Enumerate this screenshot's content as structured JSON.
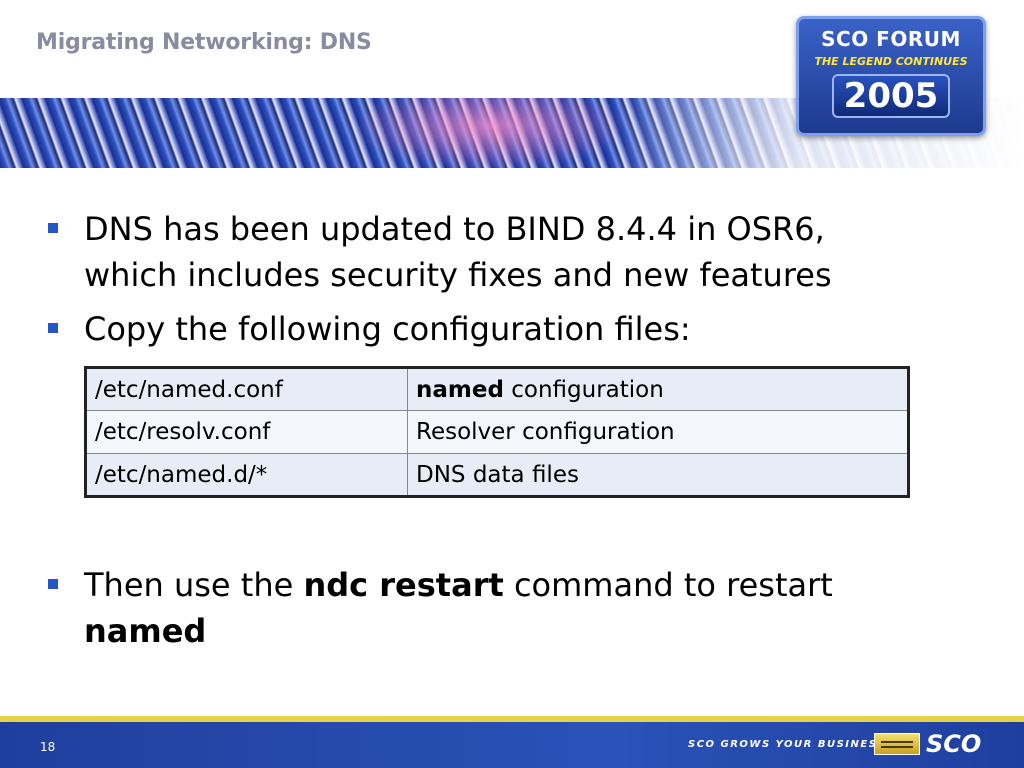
{
  "slide": {
    "title": "Migrating Networking: DNS"
  },
  "logo": {
    "line1": "SCO FORUM",
    "line2": "THE LEGEND CONTINUES",
    "line3": "2005"
  },
  "bullets": [
    {
      "text": "DNS has been updated to BIND 8.4.4 in OSR6, which includes security fixes and new features"
    },
    {
      "text": "Copy the following configuration files:"
    },
    {
      "pre": "Then use the ",
      "bold1": "ndc restart",
      "mid": " command to restart ",
      "bold2": "named"
    }
  ],
  "table": {
    "rows": [
      {
        "file": "/etc/named.conf",
        "desc_bold": "named",
        "desc": " configuration"
      },
      {
        "file": "/etc/resolv.conf",
        "desc_bold": "",
        "desc": "Resolver configuration"
      },
      {
        "file": "/etc/named.d/*",
        "desc_bold": "",
        "desc": "DNS data files"
      }
    ]
  },
  "footer": {
    "page_number": "18",
    "tagline": "SCO GROWS YOUR BUSINESS",
    "brand": "SCO"
  },
  "colors": {
    "bullet": "#2456c8",
    "footer": "#2a52b8",
    "stripe": "#e7d24a",
    "title": "#8a8aa0"
  }
}
